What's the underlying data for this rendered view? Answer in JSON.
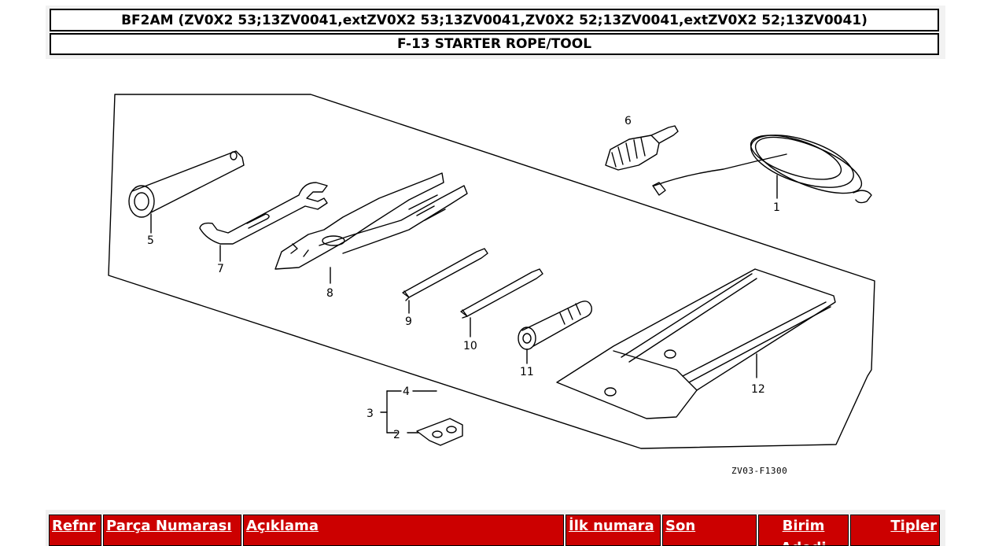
{
  "header": {
    "model": "BF2AM (ZV0X2 53;13ZV0041,extZV0X2 53;13ZV0041,ZV0X2 52;13ZV0041,extZV0X2 52;13ZV0041)",
    "section": "F-13 STARTER ROPE/TOOL"
  },
  "diagram": {
    "callouts": [
      "1",
      "2",
      "3",
      "4",
      "5",
      "6",
      "7",
      "8",
      "9",
      "10",
      "11",
      "12"
    ],
    "code": "ZV03-F1300"
  },
  "table": {
    "columns": [
      "Refnr",
      "Parça Numarası",
      "Açıklama",
      "İlk numara",
      "Son",
      "Birim Adedi",
      "Tipler"
    ]
  },
  "colors": {
    "header_red": "#cc0000",
    "panel_gray": "#f0f0f0"
  }
}
